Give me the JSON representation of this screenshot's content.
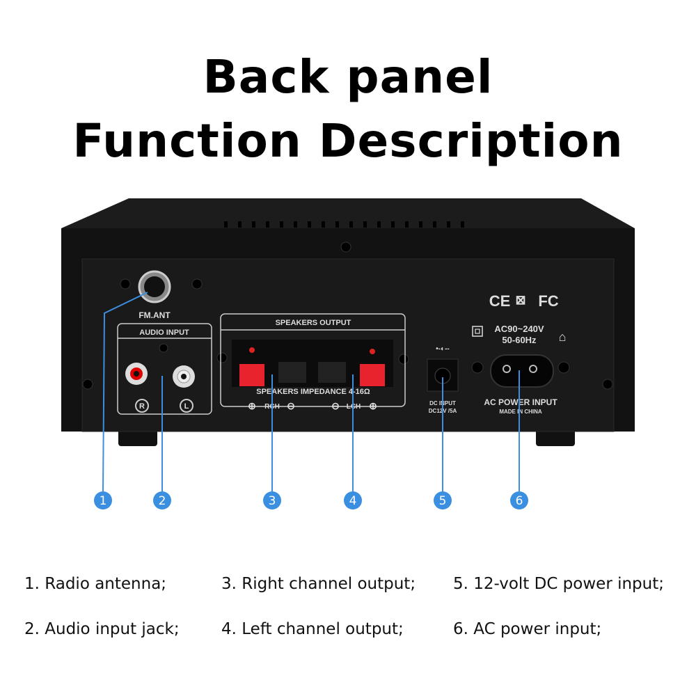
{
  "title": {
    "line1": "Back panel",
    "line2": "Function Description"
  },
  "panel": {
    "fm_ant": "FM.ANT",
    "audio_input": "AUDIO INPUT",
    "r": "R",
    "l": "L",
    "speakers_output": "SPEAKERS OUTPUT",
    "impedance": "SPEAKERS IMPEDANCE 4-16Ω",
    "rch": "RCH",
    "lch": "LCH",
    "dc_input": "DC INPUT",
    "dc_rating": "DC12V /5A",
    "cert_ce": "CE",
    "cert_fc": "FC",
    "ac_range": "AC90~240V",
    "ac_freq": "50-60Hz",
    "ac_power_input": "AC POWER INPUT",
    "made_in": "MADE IN CHINA"
  },
  "callouts": [
    "1",
    "2",
    "3",
    "4",
    "5",
    "6"
  ],
  "callout_color": "#3b8fe0",
  "legend": [
    "1. Radio antenna;",
    "2. Audio input jack;",
    "3. Right channel output;",
    "4. Left channel output;",
    "5. 12-volt DC power input;",
    "6. AC power input;"
  ]
}
